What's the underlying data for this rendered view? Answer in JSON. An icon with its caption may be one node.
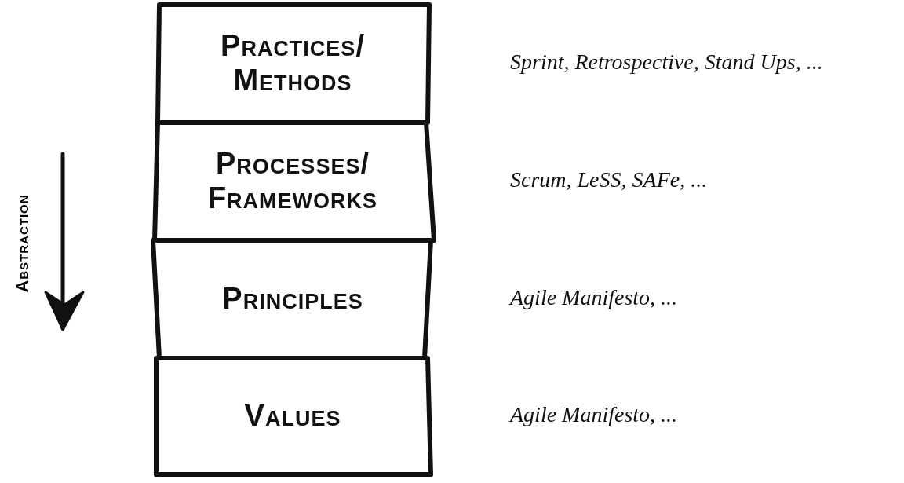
{
  "diagram": {
    "nodes": [
      {
        "text": [
          "Practices/ Methods"
        ],
        "beside": [
          "Sprint, Retrospective, Stand Ups, ..."
        ]
      },
      {
        "text": [
          "Processes/ Frameworks"
        ],
        "beside": [
          "Scrum, LeSS, SAFe, ..."
        ]
      },
      {
        "text": [
          "Principles"
        ],
        "beside": [
          "Agile Manifesto, ..."
        ]
      },
      {
        "text": [
          "Values"
        ],
        "beside": [
          "Agile Manifesto, ..."
        ]
      }
    ],
    "edges": [],
    "labels": [
      "Abstraction"
    ]
  }
}
